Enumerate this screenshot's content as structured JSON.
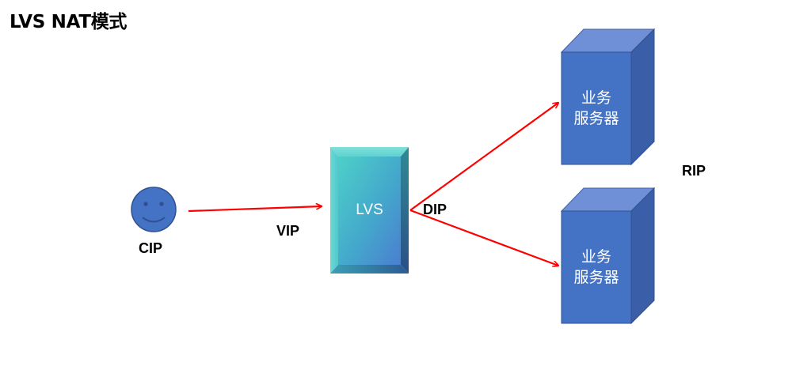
{
  "title": "LVS NAT模式",
  "nodes": {
    "client": {
      "label": "CIP"
    },
    "lvs": {
      "label": "LVS"
    },
    "server_top": {
      "line1": "业务",
      "line2": "服务器"
    },
    "server_bottom": {
      "line1": "业务",
      "line2": "服务器"
    }
  },
  "edge_labels": {
    "vip": "VIP",
    "dip": "DIP",
    "rip": "RIP"
  },
  "colors": {
    "arrow": "#ff0000",
    "client_face": "#4472c4",
    "server_front": "#4472c4",
    "lvs_face": "#48c0c6"
  }
}
